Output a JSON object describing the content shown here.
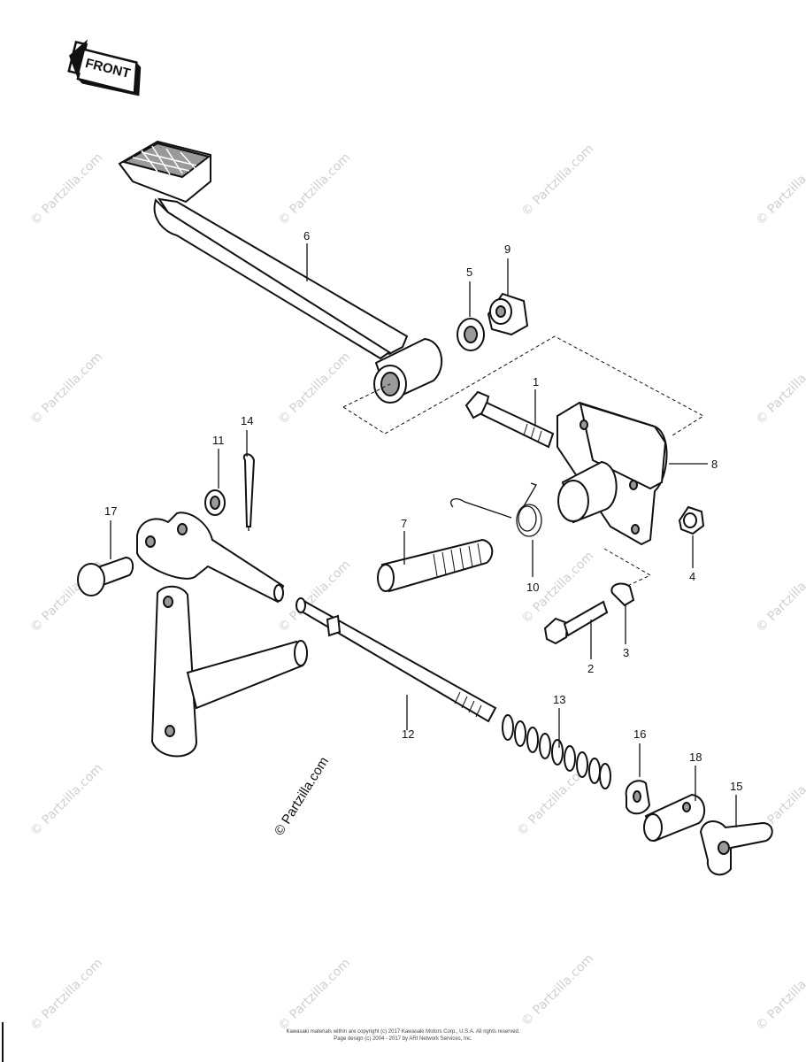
{
  "front_badge": "FRONT",
  "center_watermark": "© Partzilla.com",
  "watermark_text": "© Partzilla.com",
  "callouts": {
    "c1": "1",
    "c2": "2",
    "c3": "3",
    "c4": "4",
    "c5": "5",
    "c6": "6",
    "c7": "7",
    "c8": "8",
    "c9": "9",
    "c10": "10",
    "c11": "11",
    "c12": "12",
    "c13": "13",
    "c14": "14",
    "c15": "15",
    "c16": "16",
    "c17": "17",
    "c18": "18"
  },
  "footer": {
    "line1": "Kawasaki materials within are copyright (c) 2017 Kawasaki Motors Corp., U.S.A. All rights reserved.",
    "line2": "Page design (c) 2004 - 2017 by ARI Network Services, Inc."
  }
}
